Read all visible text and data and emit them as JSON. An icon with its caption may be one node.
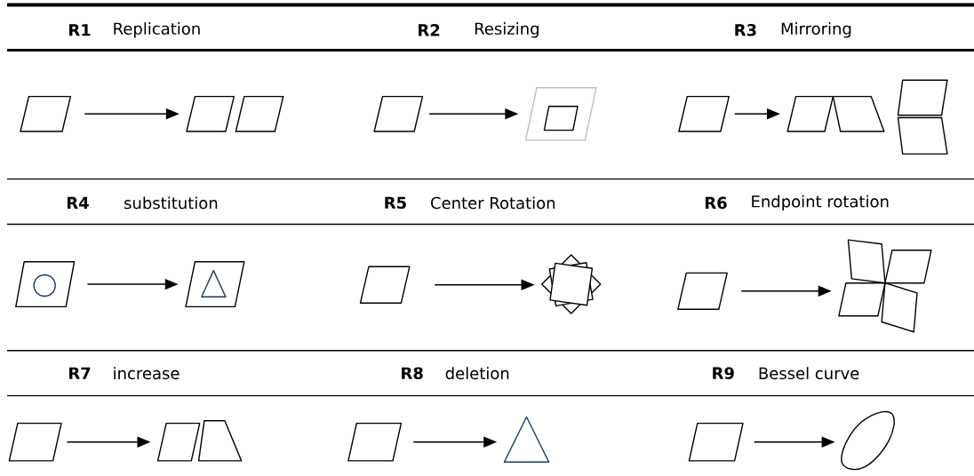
{
  "diagram": {
    "nodes": [
      {
        "text": [],
        "shape": "parallelogram"
      },
      {
        "text": [],
        "shape": "picture"
      },
      {
        "text": [],
        "shape": "parallelogram"
      },
      {
        "text": [],
        "shape": "picture"
      },
      {
        "text": [],
        "shape": "parallelogram"
      },
      {
        "text": [],
        "shape": "picture"
      },
      {
        "text": [],
        "shape": "picture"
      },
      {
        "text": [],
        "shape": "picture"
      },
      {
        "text": [],
        "shape": "parallelogram"
      },
      {
        "text": [],
        "shape": "picture"
      },
      {
        "text": [],
        "shape": "parallelogram"
      },
      {
        "text": [],
        "shape": "picture"
      },
      {
        "text": [],
        "shape": "parallelogram"
      },
      {
        "text": [],
        "shape": "picture"
      },
      {
        "text": [],
        "shape": "parallelogram"
      },
      {
        "text": [],
        "shape": "picture"
      },
      {
        "text": [],
        "shape": "parallelogram"
      },
      {
        "text": [],
        "shape": "picture"
      }
    ],
    "edges": [
      {
        "from": 0,
        "to": 1,
        "arrow": "to"
      },
      {
        "from": 2,
        "to": 3,
        "arrow": "to"
      },
      {
        "from": 4,
        "to": 5,
        "arrow": "to"
      },
      {
        "from": 6,
        "to": 7,
        "arrow": "to"
      },
      {
        "from": 8,
        "to": 9,
        "arrow": "to"
      },
      {
        "from": 10,
        "to": 11,
        "arrow": "to"
      },
      {
        "from": 12,
        "to": 13,
        "arrow": "to"
      },
      {
        "from": 14,
        "to": 15,
        "arrow": "to"
      },
      {
        "from": 16,
        "to": 17,
        "arrow": "to"
      }
    ],
    "labels": [
      "R1",
      "Replication",
      "R2",
      "Resizing",
      "R3",
      "Mirroring",
      "R4",
      "substitution",
      "R5",
      "Center Rotation",
      "R6",
      "Endpoint rotation",
      "R7",
      "increase",
      "R8",
      "deletion",
      "R9",
      "Bessel curve"
    ]
  }
}
